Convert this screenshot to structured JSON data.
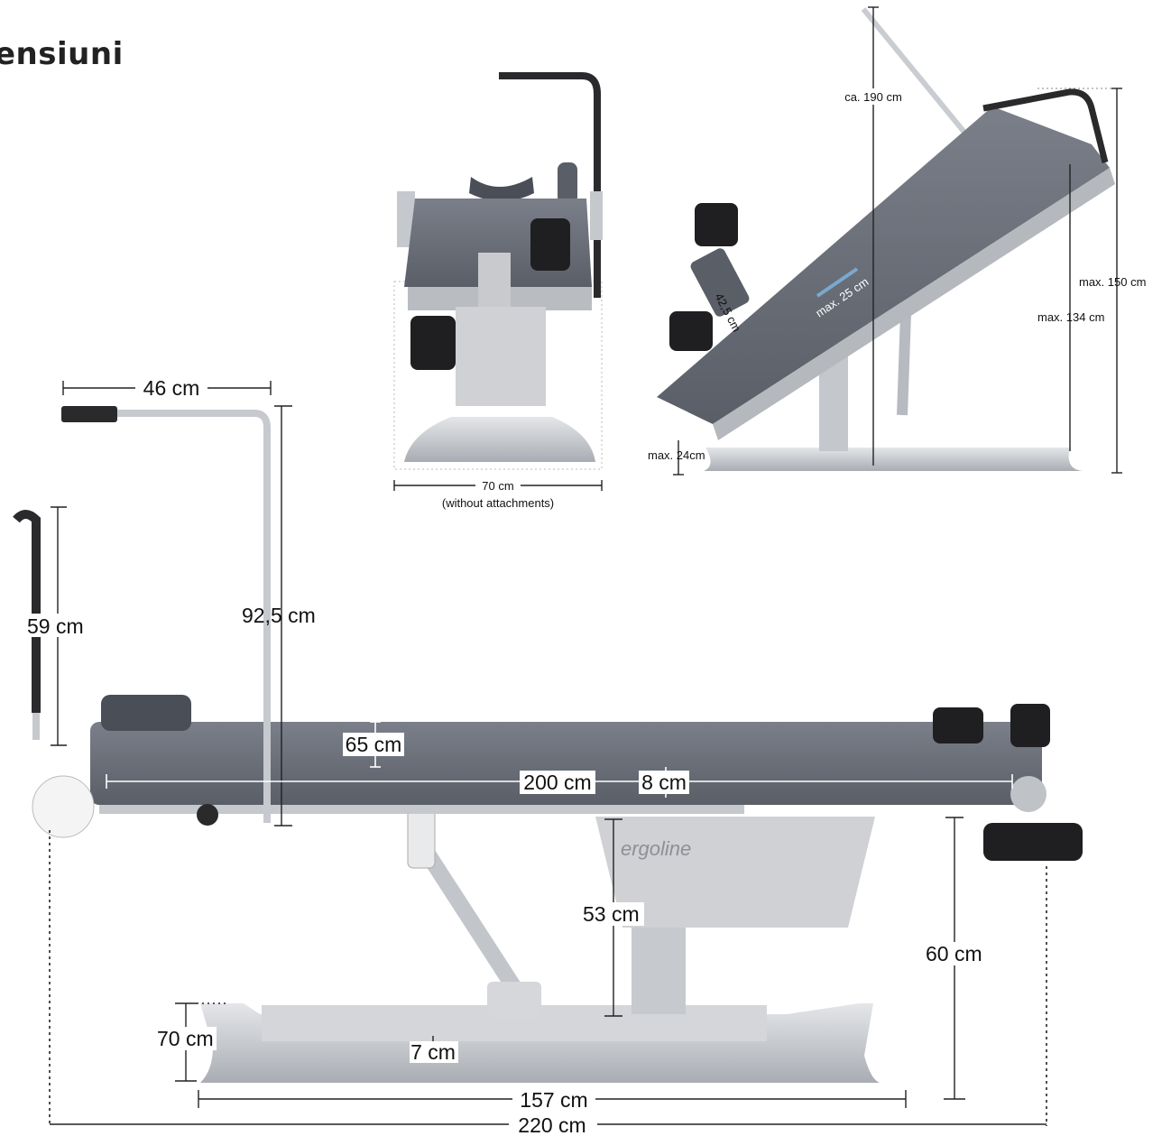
{
  "title": "ensiuni",
  "brand": "ergoline",
  "labels": {
    "overhead_arm_width": "46 cm",
    "overhead_arm_height": "92,5 cm",
    "handle_height": "59 cm",
    "headrest_width": "65 cm",
    "table_length": "200 cm",
    "cushion_thickness": "8 cm",
    "column_height": "53 cm",
    "deck_height": "60 cm",
    "base_depth": "70 cm",
    "base_thickness": "7 cm",
    "base_length": "157 cm",
    "total_length": "220 cm",
    "front_width": "70 cm",
    "front_note": "(without attachments)",
    "tilt_total_height": "ca. 190 cm",
    "tilt_max_150": "max. 150 cm",
    "tilt_max_134": "max. 134 cm",
    "tilt_max_24": "max. 24cm",
    "tilt_slide": "max. 25 cm",
    "tilt_foot": "42,5 cm"
  },
  "colors": {
    "upholstery": "#6e727c",
    "upholstery_dark": "#555962",
    "frame": "#c9cbcf",
    "frame_dark": "#9ea2a8",
    "black_part": "#1f1f22"
  }
}
